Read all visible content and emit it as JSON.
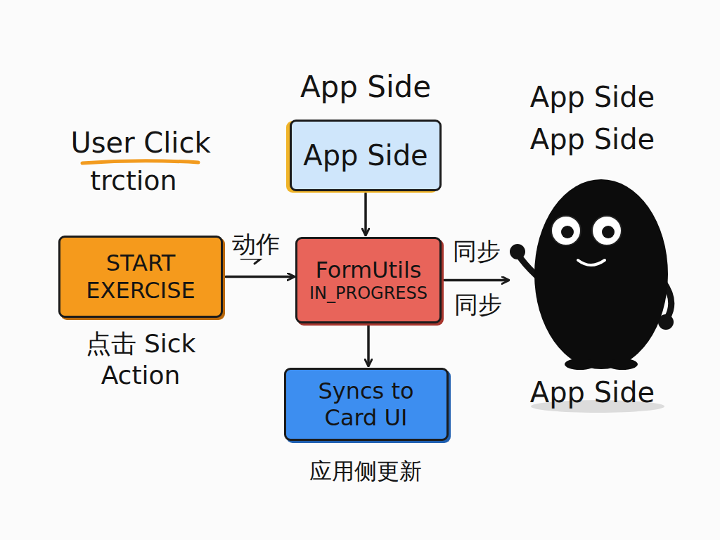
{
  "diagram": {
    "nodes": [
      {
        "text": [
          "App Side"
        ]
      },
      {
        "text": [
          "START EXERCISE"
        ]
      },
      {
        "text": [
          "FormUtils",
          "IN_PROGRESS"
        ]
      },
      {
        "text": [
          "Syncs to Card UI"
        ]
      },
      {
        "text": [
          "App Side App Side",
          "App Side"
        ]
      }
    ],
    "edges": [
      {
        "from": 1,
        "to": 2,
        "arrow": "to",
        "label": "动作"
      },
      {
        "from": 0,
        "to": 2,
        "arrow": "to"
      },
      {
        "from": 2,
        "to": 3,
        "arrow": "to"
      },
      {
        "from": 2,
        "to": 4,
        "arrow": "to",
        "label": "同步"
      }
    ],
    "labels": [
      "App Side",
      "User Click",
      "trction",
      "点击 Sick Action",
      "同步",
      "应用侧更新"
    ]
  }
}
